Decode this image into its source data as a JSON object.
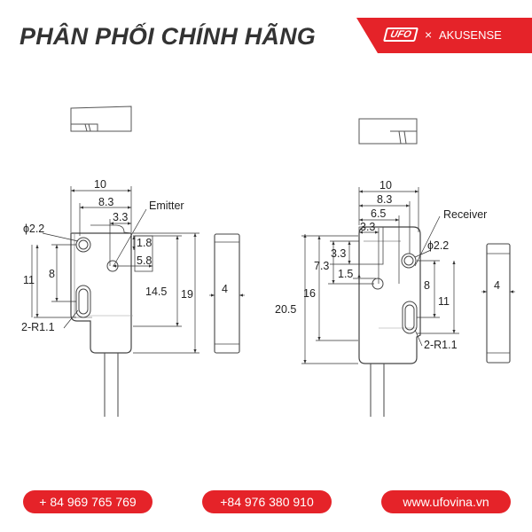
{
  "header": {
    "title": "PHÂN PHỐI CHÍNH HÃNG",
    "brand_logo": "UFO",
    "brand_separator": "×",
    "brand_partner": "AKUSENSE",
    "accent_color": "#e52329"
  },
  "diagram": {
    "emitter": {
      "label": "Emitter",
      "dims": {
        "width": "10",
        "inner_width": "8.3",
        "offset_a": "3.3",
        "offset_b": "1.8",
        "offset_c": "5.8",
        "hole": "ɸ2.2",
        "hole_spacing": "8",
        "slot_span": "11",
        "body_height": "14.5",
        "total_height": "19",
        "slot_radius": "2-R1.1",
        "thickness": "4"
      }
    },
    "receiver": {
      "label": "Receiver",
      "dims": {
        "width": "10",
        "inner_width": "8.3",
        "offset_d": "6.5",
        "offset_a": "3.3",
        "offset_e": "3.3",
        "offset_f": "7.3",
        "offset_g": "1.5",
        "hole": "ɸ2.2",
        "hole_spacing": "8",
        "slot_span": "11",
        "body_height": "16",
        "total_height": "20.5",
        "slot_radius": "2-R1.1",
        "thickness": "4"
      }
    }
  },
  "footer": {
    "phone_1": "+ 84 969 765 769",
    "phone_2": "+84 976 380 910",
    "website": "www.ufovina.vn"
  }
}
